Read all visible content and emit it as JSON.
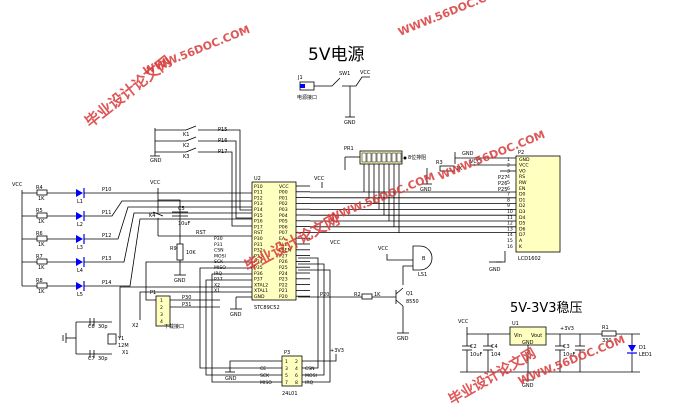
{
  "titles": {
    "power_5v": "5V电源",
    "regulator": "5V-3V3稳压"
  },
  "labels": {
    "j1": "J1",
    "j1_name": "电源接口",
    "sw1": "SW1",
    "vcc": "VCC",
    "gnd": "GND",
    "p15": "P15",
    "p16": "P16",
    "p17": "P17",
    "k1": "K1",
    "k2": "K2",
    "k3": "K3",
    "k4": "K4",
    "c5": "C5",
    "c5_val": "10uF",
    "rst": "RST",
    "r1k": "1K",
    "r10k": "10K",
    "r2": "R2",
    "r3": "R3",
    "r4": "R4",
    "r5": "R5",
    "r6": "R6",
    "r7": "R7",
    "r8": "R8",
    "r9": "R9",
    "r330": "330",
    "leds": [
      "L1",
      "L2",
      "L3",
      "L4",
      "L5"
    ],
    "led_nets": [
      "P10",
      "P11",
      "P12",
      "P13",
      "P14"
    ],
    "u2": "U2",
    "u2_name": "STC89C52",
    "u2_left_pins": [
      "P10",
      "P11",
      "P12",
      "P13",
      "P14",
      "P15",
      "P16",
      "P17",
      "RST",
      "P30",
      "P31",
      "P32",
      "P33",
      "P34",
      "P35",
      "P36",
      "P37",
      "XTAL2",
      "XTAL1",
      "GND"
    ],
    "u2_right_pins": [
      "VCC",
      "P00",
      "P01",
      "P02",
      "P03",
      "P04",
      "P05",
      "P06",
      "P07",
      "EA",
      "ALE",
      "PSEN",
      "P27",
      "P26",
      "P25",
      "P24",
      "P23",
      "P22",
      "P21",
      "P20"
    ],
    "u2_left_nets": [
      "P10",
      "P11",
      "P12",
      "P13",
      "P14",
      "P15",
      "P16",
      "P17",
      "RST",
      "P30",
      "P31",
      "CSN",
      "MOSI",
      "SCK",
      "MISO",
      "IRQ",
      "P37",
      "X2",
      "X1",
      ""
    ],
    "pr1": "PR1",
    "pr1_name": "8位排阻",
    "lcd_ref": "P2",
    "lcd_name": "LCD1602",
    "lcd_pins": [
      "GND",
      "VCC",
      "VO",
      "RS",
      "RW",
      "EN",
      "D0",
      "D1",
      "D2",
      "D3",
      "D4",
      "D5",
      "D6",
      "D7",
      "A",
      "K"
    ],
    "lcd_nets": [
      "P27",
      "P26",
      "P25"
    ],
    "ls1": "LS1",
    "beep_b": "B",
    "q1": "Q1",
    "q1_name": "8550",
    "p20": "P20",
    "y1": "Y1",
    "y1_val": "12M",
    "c6": "C6",
    "c7": "C7",
    "c30p": "30p",
    "x1": "X1",
    "x2": "X2",
    "p1": "P1",
    "p1_name": "下载接口",
    "p30": "P30",
    "p31": "P31",
    "p3": "P3",
    "p3_name": "24L01",
    "nrf_left": [
      "CE",
      "SCK",
      "MISO"
    ],
    "nrf_right": [
      "CSN",
      "MOSI",
      "IRQ"
    ],
    "v33": "+3V3",
    "u1": "U1",
    "vin": "Vin",
    "vout": "Vout",
    "c2": "C2",
    "c3": "C3",
    "c4": "C4",
    "c_10uf": "10uF",
    "c_104": "104",
    "r1": "R1",
    "d1": "D1",
    "led1": "LED1"
  },
  "watermarks": [
    "毕业设计论文网",
    "WWW.56DOC.COM"
  ],
  "colors": {
    "wire": "#000000",
    "component_fill": "#ffffc0",
    "led": "#0000ff",
    "watermark": "#d93a3a"
  }
}
